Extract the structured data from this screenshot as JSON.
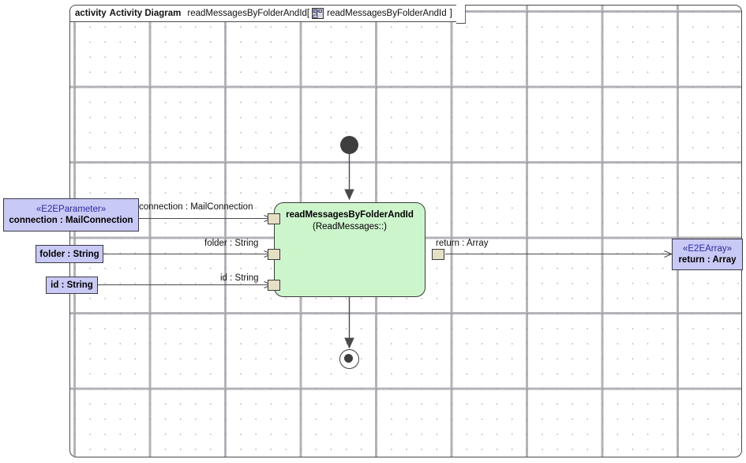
{
  "frame": {
    "keyword": "activity",
    "type_label": "Activity Diagram",
    "name": "readMessagesByFolderAndId",
    "bracket_open": "[",
    "icon": "activity-diagram-icon",
    "qualified_name": "readMessagesByFolderAndId",
    "bracket_close": "]"
  },
  "action": {
    "title": "readMessagesByFolderAndId",
    "subtitle": "(ReadMessages::)"
  },
  "nodes": {
    "initial": "initial-node",
    "final": "activity-final-node"
  },
  "parameters": [
    {
      "id": "connection",
      "stereotype": "«E2EParameter»",
      "label": "connection : MailConnection"
    },
    {
      "id": "folder",
      "stereotype": "",
      "label": "folder : String"
    },
    {
      "id": "id",
      "stereotype": "",
      "label": "id : String"
    }
  ],
  "result": {
    "id": "return",
    "stereotype": "«E2EArray»",
    "label": "return : Array"
  },
  "edge_labels": {
    "connection": "connection : MailConnection",
    "folder": "folder : String",
    "id": "id : String",
    "return": "return : Array"
  },
  "pins": {
    "in_connection": "input-pin-connection",
    "in_folder": "input-pin-folder",
    "in_id": "input-pin-id",
    "out_return": "output-pin-return"
  },
  "colors": {
    "action_fill": "#ccf5cc",
    "parameter_fill": "#c9c9f5",
    "pin_fill": "#e3e0c3",
    "stereotype_text": "#2a2ab0",
    "node_solid": "#3e3e3e",
    "frame_border": "#4a4a4a"
  }
}
